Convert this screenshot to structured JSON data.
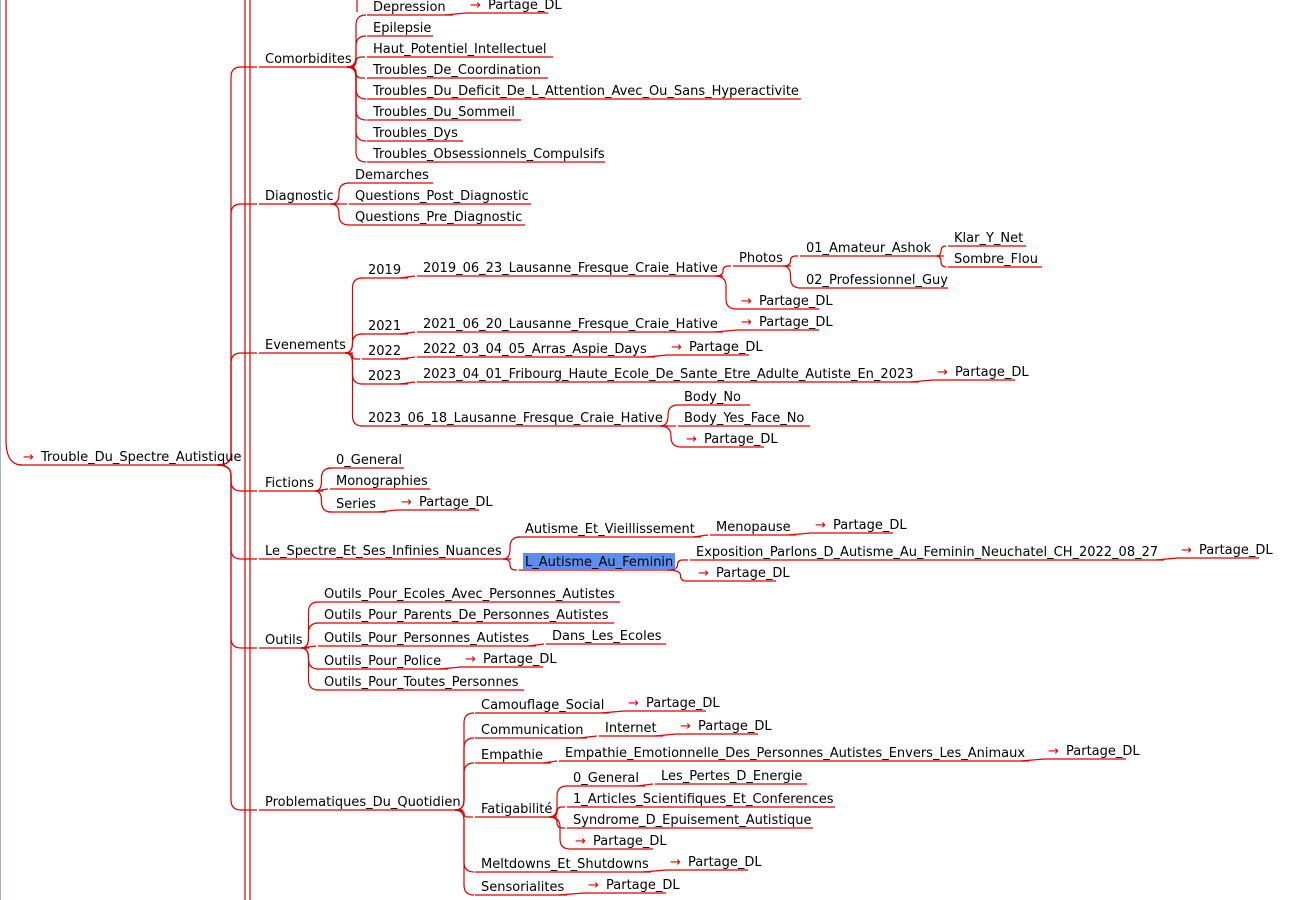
{
  "colors": {
    "edge": "#dd0000",
    "arrow": "#e00000",
    "selection": "#5b8ef0"
  },
  "icons": {
    "link_arrow": "→"
  },
  "nodes": {
    "root": "Trouble_Du_Spectre_Autistique",
    "comorbidites": "Comorbidites",
    "depression": "Depression",
    "epilepsie": "Epilepsie",
    "hpi": "Haut_Potentiel_Intellectuel",
    "coord": "Troubles_De_Coordination",
    "tdah": "Troubles_Du_Deficit_De_L_Attention_Avec_Ou_Sans_Hyperactivite",
    "sommeil": "Troubles_Du_Sommeil",
    "dys": "Troubles_Dys",
    "toc": "Troubles_Obsessionnels_Compulsifs",
    "diagnostic": "Diagnostic",
    "demarches": "Demarches",
    "q_post": "Questions_Post_Diagnostic",
    "q_pre": "Questions_Pre_Diagnostic",
    "evenements": "Evenements",
    "y2019": "2019",
    "e2019": "2019_06_23_Lausanne_Fresque_Craie_Hative",
    "photos": "Photos",
    "amateur": "01_Amateur_Ashok",
    "klar": "Klar_Y_Net",
    "sombre": "Sombre_Flou",
    "pro": "02_Professionnel_Guy",
    "y2021": "2021",
    "e2021": "2021_06_20_Lausanne_Fresque_Craie_Hative",
    "y2022": "2022",
    "e2022": "2022_03_04_05_Arras_Aspie_Days",
    "y2023": "2023",
    "e2023a": "2023_04_01_Fribourg_Haute_Ecole_De_Sante_Etre_Adulte_Autiste_En_2023",
    "e2023b": "2023_06_18_Lausanne_Fresque_Craie_Hative",
    "body_no": "Body_No",
    "body_yes": "Body_Yes_Face_No",
    "fictions": "Fictions",
    "general0": "0_General",
    "monographies": "Monographies",
    "series": "Series",
    "spectre": "Le_Spectre_Et_Ses_Infinies_Nuances",
    "vieil": "Autisme_Et_Vieillissement",
    "menopause": "Menopause",
    "feminin": "L_Autisme_Au_Feminin",
    "expo": "Exposition_Parlons_D_Autisme_Au_Feminin_Neuchatel_CH_2022_08_27",
    "outils": "Outils",
    "o_ecoles": "Outils_Pour_Ecoles_Avec_Personnes_Autistes",
    "o_parents": "Outils_Pour_Parents_De_Personnes_Autistes",
    "o_pers": "Outils_Pour_Personnes_Autistes",
    "dans_ecoles": "Dans_Les_Ecoles",
    "o_police": "Outils_Pour_Police",
    "o_toutes": "Outils_Pour_Toutes_Personnes",
    "problematiques": "Problematiques_Du_Quotidien",
    "camouflage": "Camouflage_Social",
    "communication": "Communication",
    "internet": "Internet",
    "empathie": "Empathie",
    "empathie_emo": "Empathie_Emotionnelle_Des_Personnes_Autistes_Envers_Les_Animaux",
    "fatigabilite": "Fatigabilité",
    "fat_general": "0_General",
    "pertes": "Les_Pertes_D_Energie",
    "articles": "1_Articles_Scientifiques_Et_Conferences",
    "syndrome": "Syndrome_D_Epuisement_Autistique",
    "meltdowns": "Meltdowns_Et_Shutdowns",
    "sensorialites": "Sensorialites",
    "partage": "Partage_DL"
  }
}
